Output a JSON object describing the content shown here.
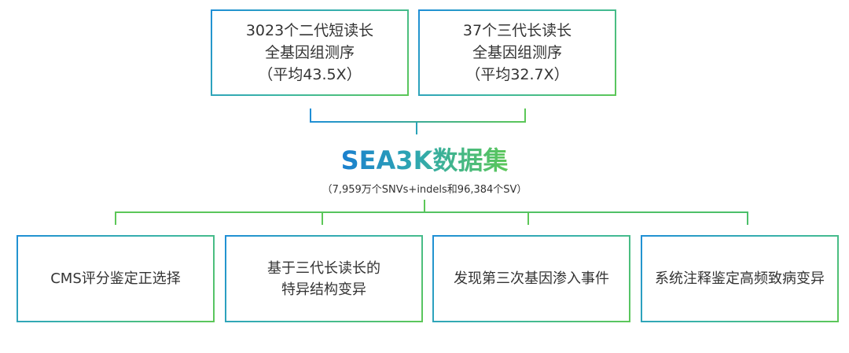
{
  "sources": [
    {
      "line1": "3023个二代短读长",
      "line2": "全基因组测序",
      "line3": "（平均43.5X）"
    },
    {
      "line1": "37个三代长读长",
      "line2": "全基因组测序",
      "line3": "（平均32.7X）"
    }
  ],
  "dataset": {
    "title": "SEA3K数据集",
    "subtitle": "（7,959万个SNVs+indels和96,384个SV）"
  },
  "outputs": [
    {
      "line1": "CMS评分鉴定正选择",
      "line2": ""
    },
    {
      "line1": "基于三代长读长的",
      "line2": "特异结构变异"
    },
    {
      "line1": "发现第三次基因渗入事件",
      "line2": ""
    },
    {
      "line1": "系统注释鉴定高频致病变异",
      "line2": ""
    }
  ],
  "colors": {
    "blue": "#1f8fd6",
    "green": "#5cc758"
  }
}
